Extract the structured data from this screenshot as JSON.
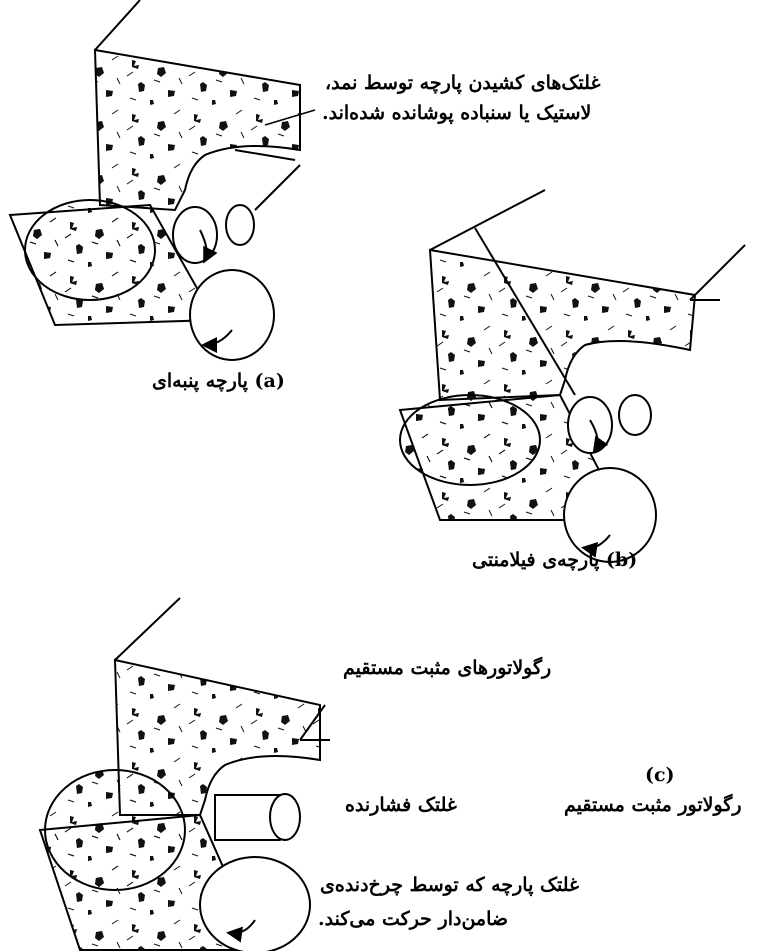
{
  "labels": {
    "top_note_line1": "غلتک‌های کشیدن پارچه توسط نمد،",
    "top_note_line2": "لاستیک یا سنباده پوشانده شده‌اند.",
    "caption_a": "(a) پارچه پنبه‌ای",
    "caption_b": "(b) پارچه‌ی فیلامنتی",
    "note_c_regulators": "رگولاتورهای مثبت مستقیم",
    "caption_c_tag": "(c)",
    "caption_c": "رگولاتور مثبت مستقیم",
    "note_pressing_roller": "غلتک فشارنده",
    "note_drive_line1": "غلتک پارچه که توسط چرخ‌دنده‌ی",
    "note_drive_line2": "ضامن‌دار حرکت می‌کند."
  },
  "colors": {
    "ink": "#000000",
    "paper": "#ffffff"
  }
}
